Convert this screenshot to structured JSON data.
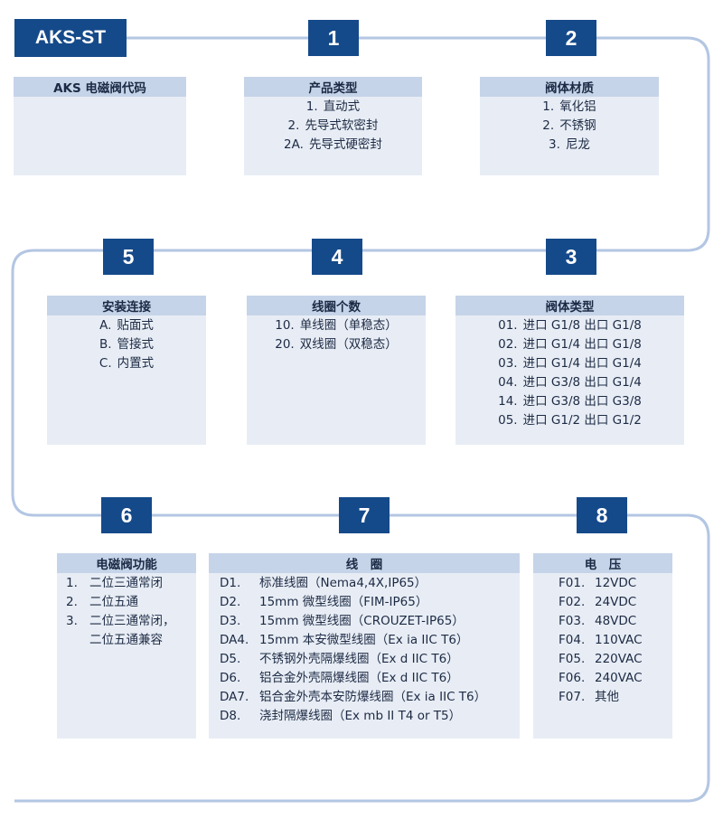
{
  "code_label": "AKS-ST",
  "steps": [
    "1",
    "2",
    "3",
    "4",
    "5",
    "6",
    "7",
    "8"
  ],
  "b0": {
    "header": "AKS 电磁阀代码",
    "items": []
  },
  "b1": {
    "header": "产品类型",
    "items": [
      {
        "code": "1.",
        "text": "直动式"
      },
      {
        "code": "2.",
        "text": "先导式软密封"
      },
      {
        "code": "2A.",
        "text": "先导式硬密封"
      }
    ]
  },
  "b2": {
    "header": "阀体材质",
    "items": [
      {
        "code": "1.",
        "text": "氧化铝"
      },
      {
        "code": "2.",
        "text": "不锈钢"
      },
      {
        "code": "3.",
        "text": "尼龙"
      }
    ]
  },
  "b3": {
    "header": "阀体类型",
    "items": [
      {
        "code": "01.",
        "text": "进口 G1/8  出口 G1/8"
      },
      {
        "code": "02.",
        "text": "进口 G1/4  出口 G1/8"
      },
      {
        "code": "03.",
        "text": "进口 G1/4  出口 G1/4"
      },
      {
        "code": "04.",
        "text": "进口 G3/8  出口 G1/4"
      },
      {
        "code": "14.",
        "text": "进口 G3/8  出口 G3/8"
      },
      {
        "code": "05.",
        "text": "进口 G1/2  出口 G1/2"
      }
    ]
  },
  "b4": {
    "header": "线圈个数",
    "items": [
      {
        "code": "10.",
        "text": "单线圈（单稳态）"
      },
      {
        "code": "20.",
        "text": "双线圈（双稳态）"
      }
    ]
  },
  "b5": {
    "header": "安装连接",
    "items": [
      {
        "code": "A.",
        "text": "贴面式"
      },
      {
        "code": "B.",
        "text": "管接式"
      },
      {
        "code": "C.",
        "text": "内置式"
      }
    ]
  },
  "b6": {
    "header": "电磁阀功能",
    "items": [
      {
        "code": "1.",
        "text": "二位三通常闭"
      },
      {
        "code": "2.",
        "text": "二位五通"
      },
      {
        "code": "3.",
        "text": "二位三通常闭，"
      },
      {
        "code": "",
        "text": "二位五通兼容"
      }
    ]
  },
  "b7": {
    "header": "线　圈",
    "items": [
      {
        "code": "D1.",
        "text": "标准线圈（Nema4,4X,IP65）"
      },
      {
        "code": "D2.",
        "text": "15mm 微型线圈（FIM-IP65）"
      },
      {
        "code": "D3.",
        "text": "15mm 微型线圈（CROUZET-IP65）"
      },
      {
        "code": "DA4.",
        "text": "15mm 本安微型线圈（Ex ia IIC T6）"
      },
      {
        "code": "D5.",
        "text": "不锈钢外壳隔爆线圈（Ex d IIC T6）"
      },
      {
        "code": "D6.",
        "text": "铝合金外壳隔爆线圈（Ex d IIC T6）"
      },
      {
        "code": "DA7.",
        "text": "铝合金外壳本安防爆线圈（Ex ia IIC T6）"
      },
      {
        "code": "D8.",
        "text": "浇封隔爆线圈（Ex mb II T4 or T5）"
      }
    ]
  },
  "b8": {
    "header": "电　压",
    "items": [
      {
        "code": "F01.",
        "text": "12VDC"
      },
      {
        "code": "F02.",
        "text": "24VDC"
      },
      {
        "code": "F03.",
        "text": "48VDC"
      },
      {
        "code": "F04.",
        "text": "110VAC"
      },
      {
        "code": "F05.",
        "text": "220VAC"
      },
      {
        "code": "F06.",
        "text": "240VAC"
      },
      {
        "code": "F07.",
        "text": "其他"
      }
    ]
  },
  "colors": {
    "badge": "#154a8a",
    "path": "#b3c6e3",
    "header": "#c6d4e9",
    "box": "#e8edf5"
  }
}
